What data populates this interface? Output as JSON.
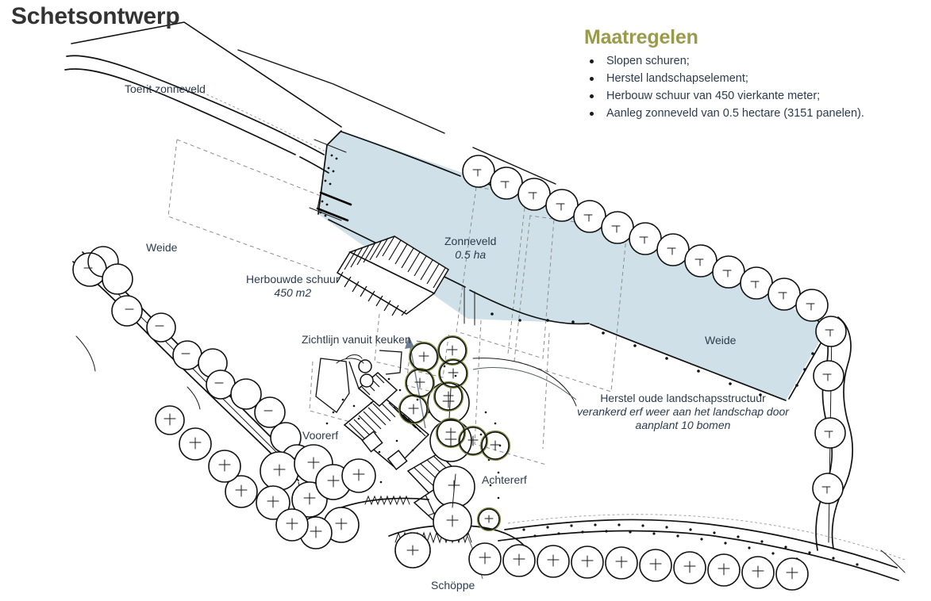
{
  "title": "Schetsontwerp",
  "legend": {
    "heading": "Maatregelen",
    "items": [
      "Slopen schuren;",
      "Herstel landschapselement;",
      "Herbouw schuur van 450 vierkante meter;",
      "Aanleg zonneveld van 0.5 hectare (3151 panelen)."
    ]
  },
  "map_labels": {
    "toerit": "Toerit zonneveld",
    "weide_left": "Weide",
    "weide_right": "Weide",
    "schuur_line1": "Herbouwde schuur",
    "schuur_line2": "450 m2",
    "zonneveld_line1": "Zonneveld",
    "zonneveld_line2": "0.5 ha",
    "zichtlijn": "Zichtlijn vanuit keuken",
    "voorerf": "Voorerf",
    "achtererf": "Achtererf",
    "schoppe": "Schöppe",
    "herstel_line1": "Herstel oude landschapsstructuur",
    "herstel_line2": "verankerd erf weer aan het landschap door",
    "herstel_line3": "aanplant 10 bomen"
  },
  "colors": {
    "title": "#333333",
    "legend_heading": "#9a9a4a",
    "label_text": "#2c3b4d",
    "solar_field": "#cfe0e8",
    "new_tree_outline": "#7e8a45",
    "ink": "#111111",
    "parcel_dash": "#8e8e8e",
    "sight_line": "#6b7f96"
  },
  "figures": {
    "solar_area_ha": "0.5",
    "barn_area_m2": "450",
    "panels": "3151",
    "new_trees": "10"
  }
}
